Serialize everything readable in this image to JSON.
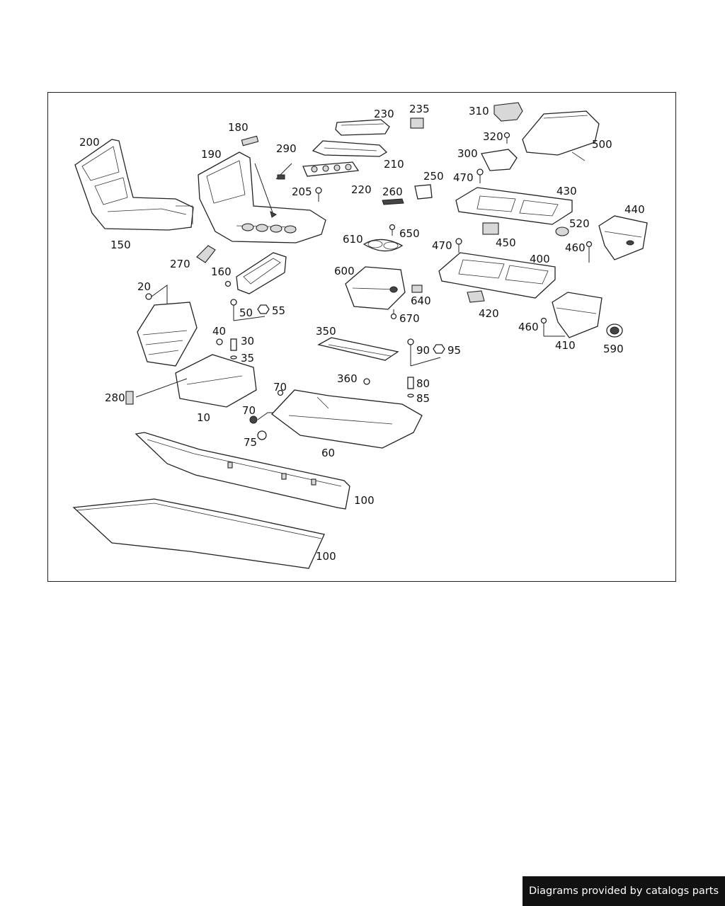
{
  "diagram": {
    "callouts": {
      "c200": "200",
      "c190": "190",
      "c180": "180",
      "c150": "150",
      "c290": "290",
      "c230": "230",
      "c235": "235",
      "c210": "210",
      "c220": "220",
      "c205": "205",
      "c260": "260",
      "c250": "250",
      "c310": "310",
      "c320": "320",
      "c500": "500",
      "c300": "300",
      "c470a": "470",
      "c430": "430",
      "c440": "440",
      "c520": "520",
      "c450": "450",
      "c460a": "460",
      "c470b": "470",
      "c400": "400",
      "c610": "610",
      "c650": "650",
      "c600": "600",
      "c640": "640",
      "c670": "670",
      "c420": "420",
      "c460b": "460",
      "c410": "410",
      "c590": "590",
      "c270": "270",
      "c160": "160",
      "c20": "20",
      "c50": "50",
      "c55": "55",
      "c40": "40",
      "c30": "30",
      "c35": "35",
      "c350": "350",
      "c90": "90",
      "c95": "95",
      "c360": "360",
      "c80": "80",
      "c85": "85",
      "c280": "280",
      "c10": "10",
      "c70a": "70",
      "c70b": "70",
      "c75": "75",
      "c60": "60",
      "c100a": "100",
      "c100b": "100"
    }
  },
  "footer": {
    "credit": "Diagrams provided by catalogs parts"
  }
}
